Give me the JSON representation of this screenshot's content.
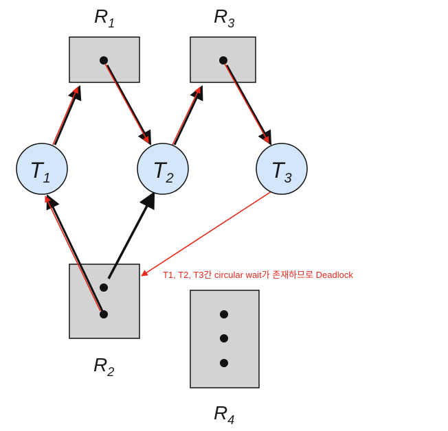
{
  "resources": {
    "r1": {
      "letter": "R",
      "sub": "1"
    },
    "r2": {
      "letter": "R",
      "sub": "2"
    },
    "r3": {
      "letter": "R",
      "sub": "3"
    },
    "r4": {
      "letter": "R",
      "sub": "4"
    }
  },
  "threads": {
    "t1": {
      "letter": "T",
      "sub": "1"
    },
    "t2": {
      "letter": "T",
      "sub": "2"
    },
    "t3": {
      "letter": "T",
      "sub": "3"
    }
  },
  "annotation": "T1,  T2, T3간 circular wait가 존재하므로 Deadlock",
  "colors": {
    "resource_fill": "#d3d3d3",
    "thread_fill": "#d4e6fa",
    "edge_black": "#111111",
    "edge_red": "#e8291c",
    "annotation": "#e8291c"
  }
}
